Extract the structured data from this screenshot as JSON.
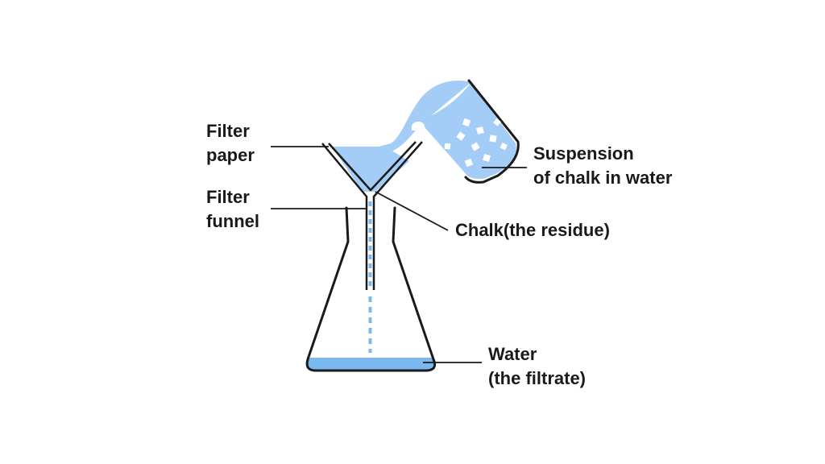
{
  "labels": {
    "filter_paper": {
      "line1": "Filter",
      "line2": "paper"
    },
    "filter_funnel": {
      "line1": "Filter",
      "line2": "funnel"
    },
    "suspension": {
      "line1": "Suspension",
      "line2": "of chalk in water"
    },
    "residue": {
      "line1": "Chalk(the residue)"
    },
    "filtrate": {
      "line1": "Water",
      "line2": "(the filtrate)"
    }
  },
  "colors": {
    "liquid": "#a3cdf7",
    "water": "#7ab8ef",
    "outline": "#1a1a1a",
    "chalk": "#ffffff",
    "background": "#ffffff"
  }
}
